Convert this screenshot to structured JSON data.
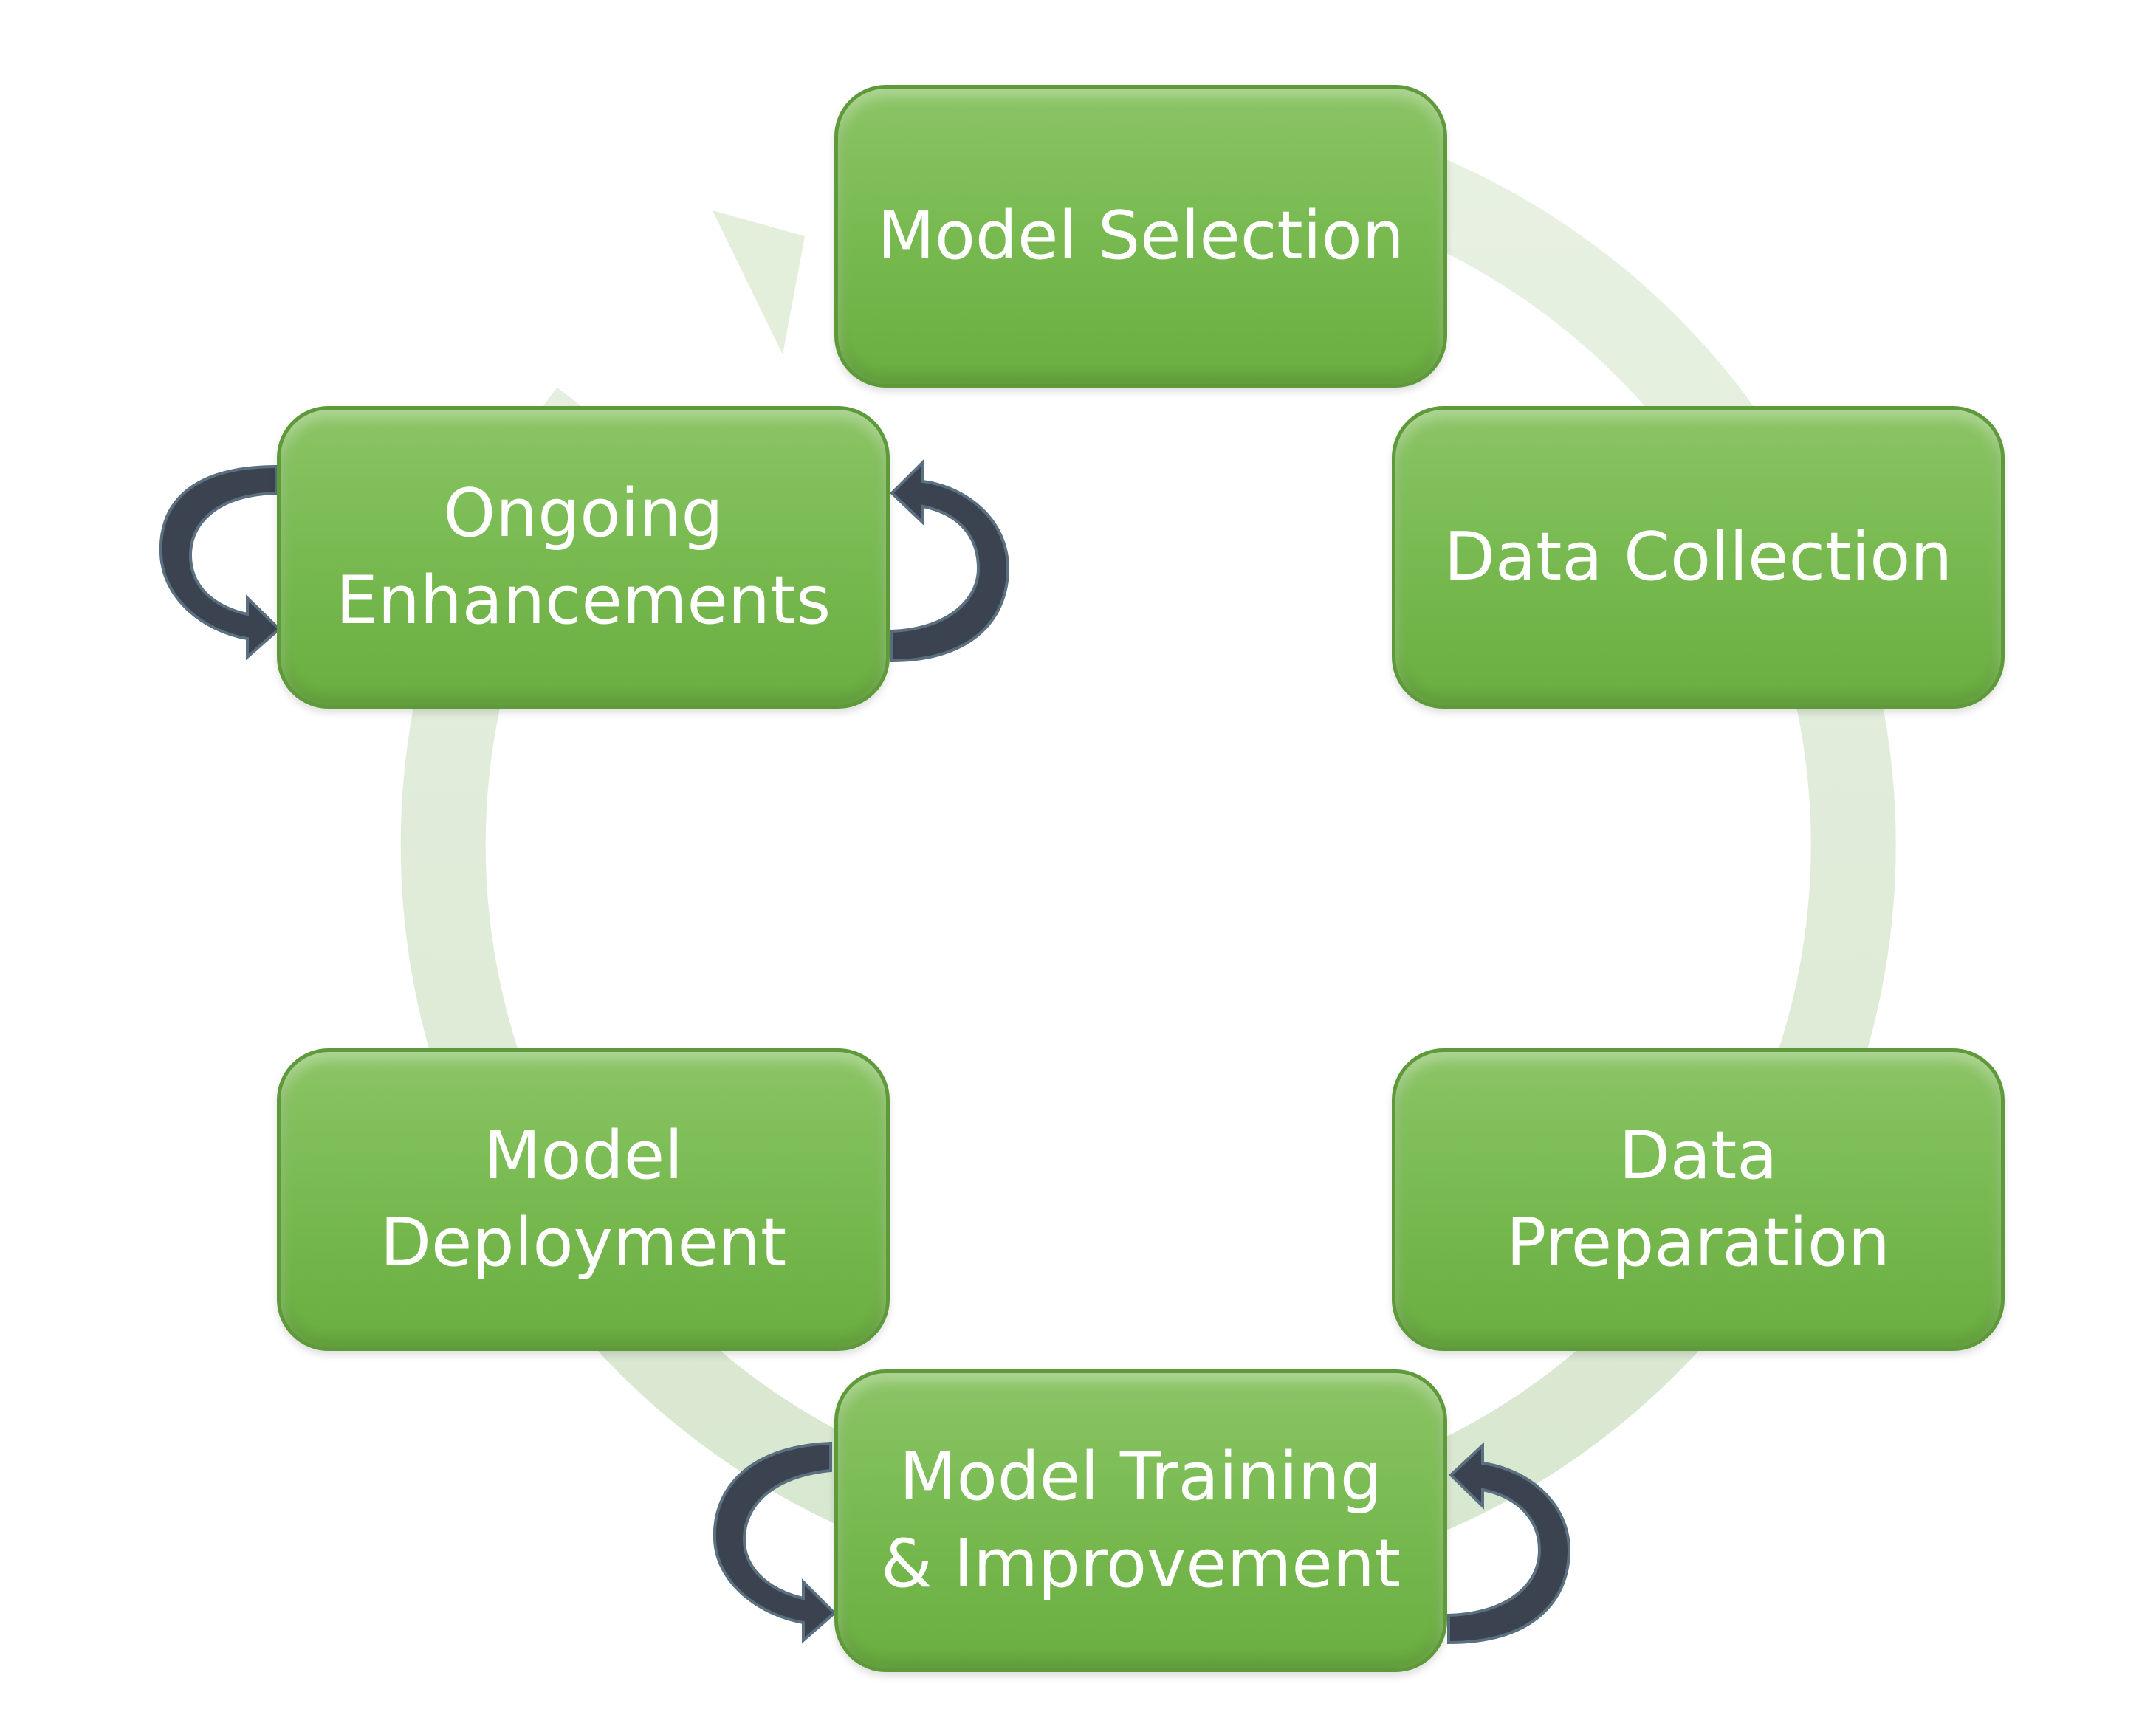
{
  "diagram": {
    "type": "cycle",
    "colors": {
      "box_fill": "#79bb52",
      "box_border": "#5f9a3a",
      "box_text": "#ffffff",
      "cycle_ring": "#dcebd5",
      "loop_arrow": "#3b4250"
    },
    "stages": [
      {
        "id": "model-selection",
        "label": "Model Selection",
        "loop_arrows": false
      },
      {
        "id": "data-collection",
        "label": "Data Collection",
        "loop_arrows": false
      },
      {
        "id": "data-preparation",
        "label": "Data\nPreparation",
        "loop_arrows": false
      },
      {
        "id": "model-training",
        "label": "Model Training\n& Improvement",
        "loop_arrows": true
      },
      {
        "id": "model-deployment",
        "label": "Model\nDeployment",
        "loop_arrows": false
      },
      {
        "id": "ongoing-enhancements",
        "label": "Ongoing\nEnhancements",
        "loop_arrows": true
      }
    ],
    "icons": {
      "cycle": "circular-arrow-icon",
      "loop": "curved-loop-arrow-icon"
    }
  }
}
